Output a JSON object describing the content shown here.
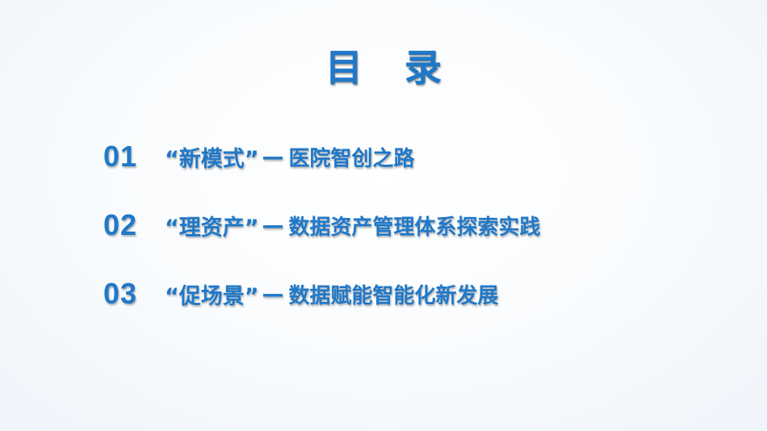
{
  "title": "目 录",
  "items": [
    {
      "num": "01",
      "keyword": "“新模式”",
      "dash": "—",
      "desc": "医院智创之路"
    },
    {
      "num": "02",
      "keyword": "“理资产”",
      "dash": "—",
      "desc": "数据资产管理体系探索实践"
    },
    {
      "num": "03",
      "keyword": "“促场景”",
      "dash": "—",
      "desc": "数据赋能智能化新发展"
    }
  ],
  "colors": {
    "accent": "#1f78c8",
    "background": "#fafcfe"
  }
}
